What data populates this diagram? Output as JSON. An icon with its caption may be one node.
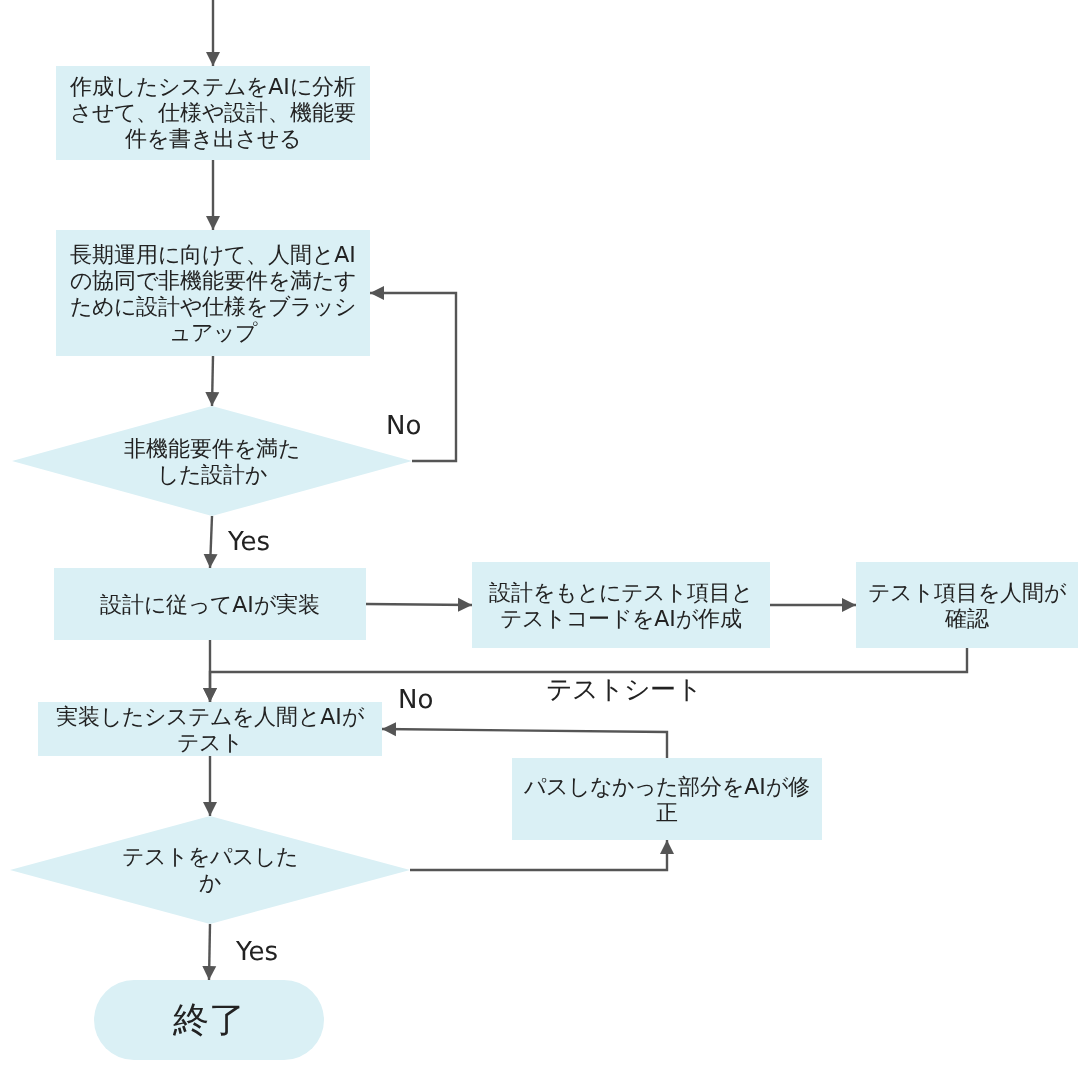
{
  "diagram": {
    "nodes": [
      {
        "text": [
          "作成したシステムをAIに分析させて、仕様や設計、機能要件を書き出させる"
        ]
      },
      {
        "text": [
          "長期運用に向けて、人間とAIの協同で非機能要件を満たすために設計や仕様をブラッシュアップ"
        ]
      },
      {
        "text": [
          "非機能要件を満たした設計か"
        ]
      },
      {
        "text": [
          "設計に従ってAIが実装"
        ]
      },
      {
        "text": [
          "設計をもとにテスト項目とテストコードをAIが作成"
        ]
      },
      {
        "text": [
          "テスト項目を人間が確認"
        ]
      },
      {
        "text": [
          "実装したシステムを人間とAIがテスト"
        ]
      },
      {
        "text": [
          "テストをパスしたか"
        ]
      },
      {
        "text": [
          "パスしなかった部分をAIが修正"
        ]
      },
      {
        "text": [
          "終了"
        ]
      }
    ],
    "edges": [
      {
        "from": null,
        "to": 0,
        "arrow": "to"
      },
      {
        "from": 0,
        "to": 1,
        "arrow": "to"
      },
      {
        "from": 1,
        "to": 2,
        "arrow": "to"
      },
      {
        "from": 2,
        "to": 1,
        "arrow": "to",
        "label": "No"
      },
      {
        "from": 2,
        "to": 3,
        "arrow": "to",
        "label": "Yes"
      },
      {
        "from": 3,
        "to": 4,
        "arrow": "to"
      },
      {
        "from": 4,
        "to": 5,
        "arrow": "to"
      },
      {
        "from": 5,
        "to": 6,
        "arrow": "to",
        "label": "テストシート"
      },
      {
        "from": 3,
        "to": 6,
        "arrow": "to"
      },
      {
        "from": 6,
        "to": 7,
        "arrow": "to"
      },
      {
        "from": 7,
        "to": 8,
        "arrow": "to"
      },
      {
        "from": 8,
        "to": 6,
        "arrow": "to",
        "label": "No"
      },
      {
        "from": 7,
        "to": 9,
        "arrow": "to",
        "label": "Yes"
      }
    ]
  }
}
